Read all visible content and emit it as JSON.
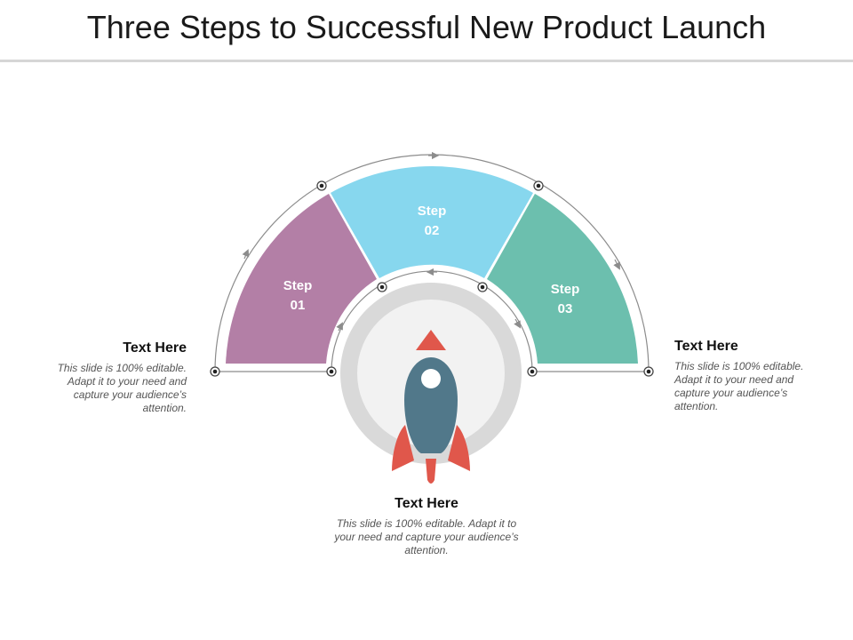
{
  "title": "Three Steps to Successful New Product Launch",
  "steps": [
    {
      "label": "Step",
      "number": "01",
      "color": "#b37fa6"
    },
    {
      "label": "Step",
      "number": "02",
      "color": "#87d7ee"
    },
    {
      "label": "Step",
      "number": "03",
      "color": "#6cbfae"
    }
  ],
  "blocks": {
    "left": {
      "heading": "Text Here",
      "body": "This slide is 100% editable. Adapt it to your need and capture your audience’s attention."
    },
    "right": {
      "heading": "Text Here",
      "body": "This slide is 100% editable. Adapt it to your need and capture your audience’s attention."
    },
    "bottom": {
      "heading": "Text Here",
      "body": "This slide is 100% editable. Adapt it to your need and capture your audience’s attention."
    }
  },
  "colors": {
    "rocket_body": "#51788a",
    "rocket_fins": "#e0574b",
    "ring": "#d9d9d9",
    "disc": "#f2f2f2",
    "guide_line": "#8c8c8c"
  }
}
